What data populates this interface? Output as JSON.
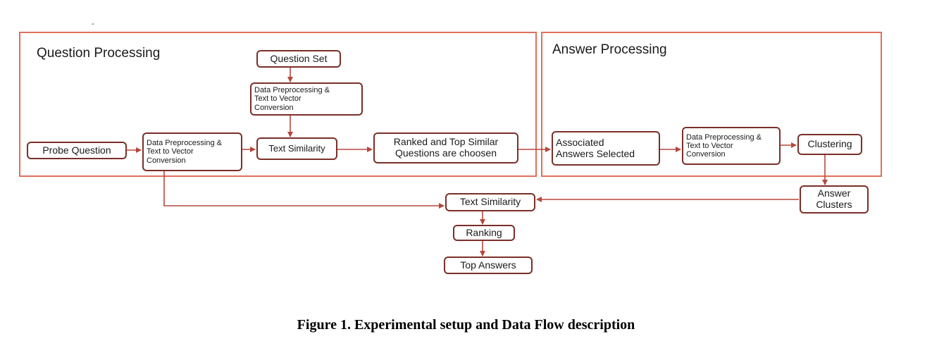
{
  "sections": {
    "question_processing": "Question Processing",
    "answer_processing": "Answer Processing"
  },
  "nodes": {
    "question_set": "Question Set",
    "qs_preprocessing": "Data Preprocessing &\nText to Vector\nConversion",
    "probe_question": "Probe Question",
    "pq_preprocessing": "Data Preprocessing &\nText to Vector\nConversion",
    "text_similarity_top": "Text Similarity",
    "ranked_top_similar": "Ranked and Top Similar\nQuestions are choosen",
    "associated_answers": "Associated\nAnswers Selected",
    "ans_preprocessing": "Data Preprocessing &\nText to Vector\nConversion",
    "clustering": "Clustering",
    "answer_clusters": "Answer\nClusters",
    "text_similarity_bottom": "Text Similarity",
    "ranking": "Ranking",
    "top_answers": "Top Answers"
  },
  "stray_mark": "-",
  "caption": "Figure 1. Experimental setup and Data Flow description",
  "colors": {
    "section_border": "#e06f5a",
    "node_border": "#7a2f28",
    "arrow": "#b5473c"
  }
}
